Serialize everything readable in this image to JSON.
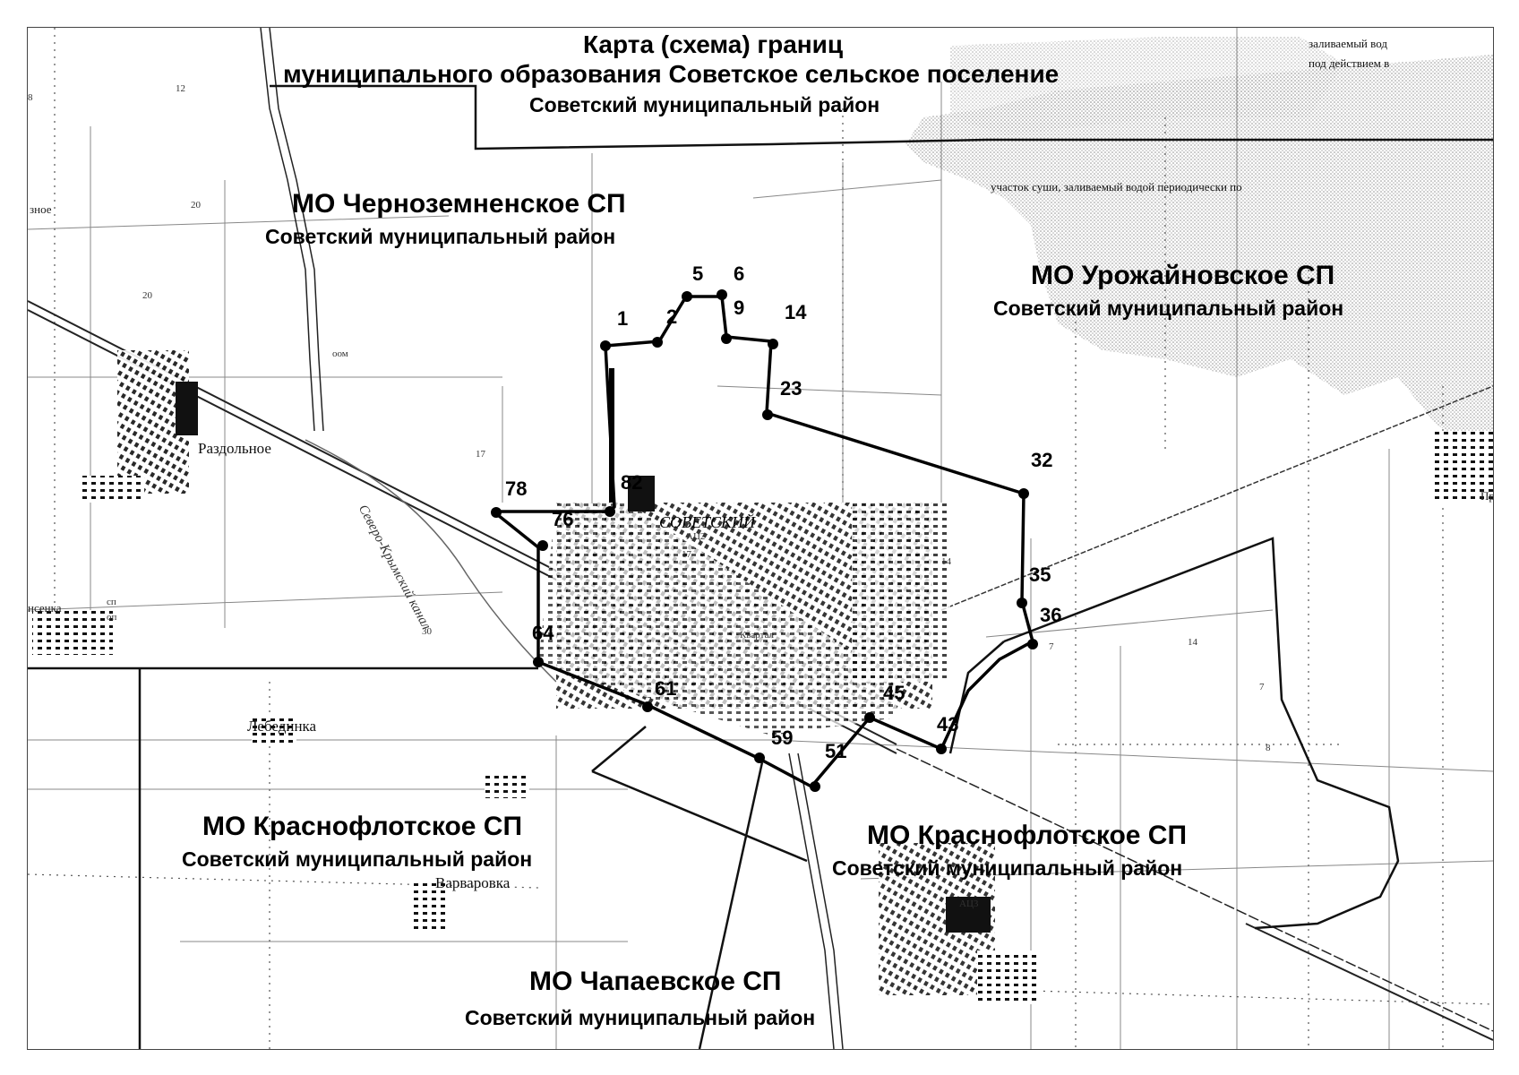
{
  "title": {
    "line1": "Карта (схема) границ",
    "line2": "муниципального образования Советское сельское поселение",
    "line3": "Советский муниципальный район"
  },
  "regions": {
    "chernozem": {
      "name": "МО Черноземненское СП",
      "district": "Советский муниципальный район"
    },
    "urozhay": {
      "name": "МО Урожайновское СП",
      "district": "Советский муниципальный район"
    },
    "krasnoflot_west": {
      "name": "МО Краснофлотское СП",
      "district": "Советский муниципальный район"
    },
    "krasnoflot_east": {
      "name": "МО Краснофлотское СП",
      "district": "Советский муниципальный район"
    },
    "chapaev": {
      "name": "МО Чапаевское СП",
      "district": "Советский муниципальный район"
    }
  },
  "settlements": {
    "sovetsky": "СОВЕТСКИЙ",
    "razdolnoe": "Раздольное",
    "lebedinka": "Лебединка",
    "varvarovka": "Варваровка",
    "nsenka": "нсенка",
    "znoe": "зное",
    "pr": "Пр"
  },
  "notes": {
    "flood_top_1": "заливаемый вод",
    "flood_top_2": "под действием в",
    "flood_mid": "участок суши, заливаемый водой периодически по",
    "canal": "Северо-Крымский канал",
    "ats2": "АЦ2",
    "ats3": "АЦ3",
    "kvar": "Квартал"
  },
  "boundary_points": [
    "1",
    "2",
    "5",
    "6",
    "9",
    "14",
    "23",
    "32",
    "35",
    "36",
    "43",
    "45",
    "51",
    "59",
    "61",
    "64",
    "76",
    "78",
    "82"
  ],
  "grid_numbers": [
    "8",
    "12",
    "20",
    "20",
    "17",
    "17",
    "14",
    "14",
    "7",
    "7",
    "8",
    "сп",
    "оп",
    "оом",
    "30"
  ]
}
